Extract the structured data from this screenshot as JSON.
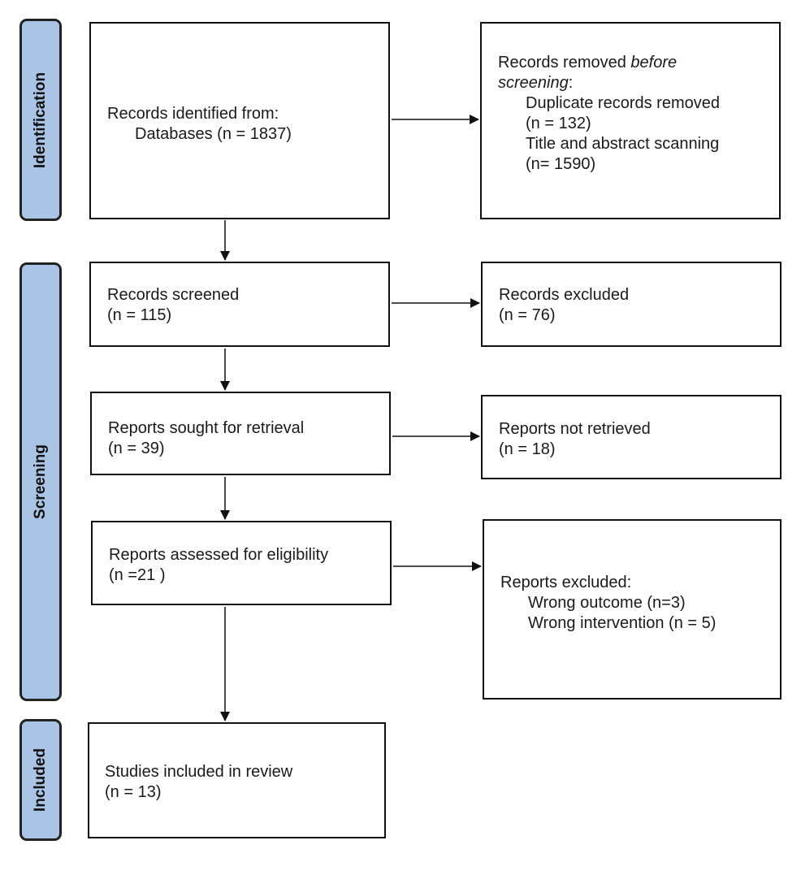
{
  "phases": {
    "identification": "Identification",
    "screening": "Screening",
    "included": "Included"
  },
  "boxes": {
    "identified": {
      "line1": "Records identified from:",
      "line2": "Databases (n = 1837)"
    },
    "removed": {
      "line1_a": "Records removed ",
      "line1_b": "before",
      "line2_a": "screening",
      "line2_b": ":",
      "line3": "Duplicate records removed",
      "line4": "(n = 132)",
      "line5": "Title and abstract scanning",
      "line6": "(n= 1590)"
    },
    "screened": {
      "line1": "Records screened",
      "line2": "(n = 115)"
    },
    "excluded": {
      "line1": "Records excluded",
      "line2": "(n = 76)"
    },
    "sought": {
      "line1": "Reports sought for retrieval",
      "line2": "(n = 39)"
    },
    "not_retrieved": {
      "line1": "Reports not retrieved",
      "line2": "(n = 18)"
    },
    "assessed": {
      "line1": "Reports assessed for eligibility",
      "line2": "(n =21 )"
    },
    "reports_excluded": {
      "line1": "Reports excluded:",
      "line2": "Wrong outcome (n=3)",
      "line3": "Wrong intervention (n = 5)"
    },
    "included": {
      "line1": "Studies included in review",
      "line2": "(n = 13)"
    }
  }
}
